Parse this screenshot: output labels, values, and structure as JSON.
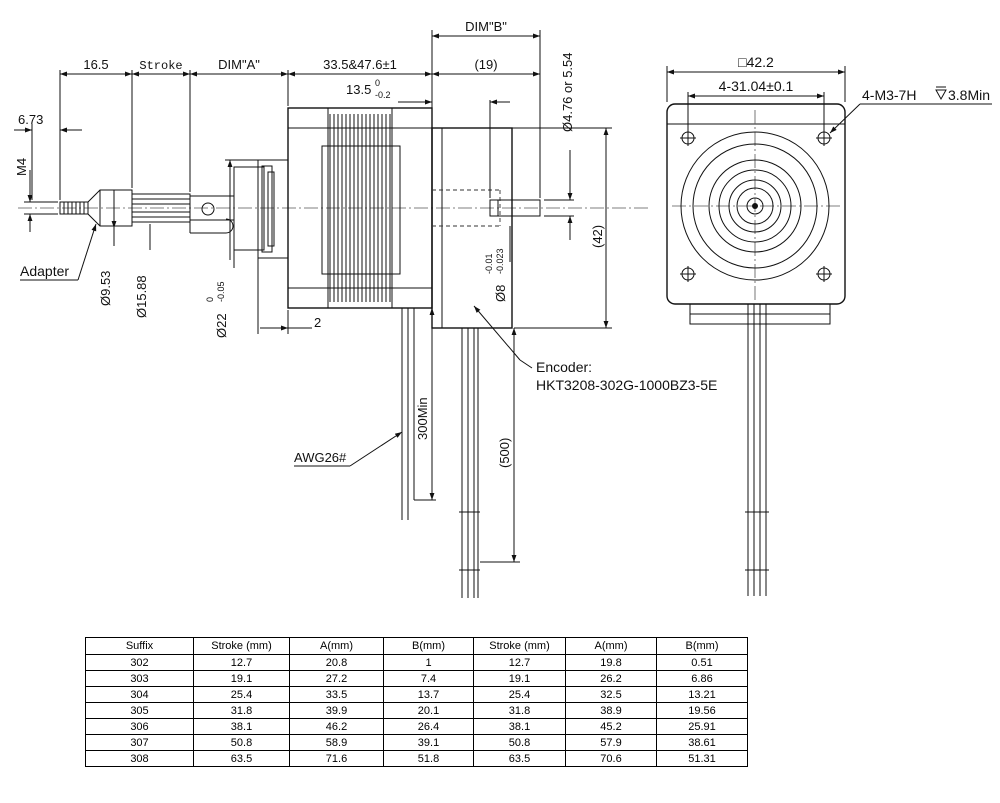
{
  "labels": {
    "dim_16_5": "16.5",
    "stroke": "Stroke",
    "dim_a": "DIM\"A\"",
    "dim_33_5": "33.5&47.6±1",
    "dim_b": "DIM\"B\"",
    "dim_19": "(19)",
    "dim_13_5": "13.5",
    "dim_13_5_up": "0",
    "dim_13_5_low": "-0.2",
    "dim_6_73": "6.73",
    "m4": "M4",
    "adapter": "Adapter",
    "dia_9_53": "Ø9.53",
    "dia_15_88": "Ø15.88",
    "dia_22": "Ø22",
    "dia_22_up": "0",
    "dia_22_low": "-0.05",
    "dim_2": "2",
    "dia_8": "Ø8",
    "dia_8_up": "-0.01",
    "dia_8_low": "-0.023",
    "dia_476": "Ø4.76 or 5.54",
    "dim_42": "(42)",
    "dim_500": "(500)",
    "dim_300": "300Min",
    "awg": "AWG26#",
    "encoder_1": "Encoder:",
    "encoder_2": "HKT3208-302G-1000BZ3-5E",
    "sq_42": "□42.2",
    "bolt": "4-31.04±0.1",
    "m3": "4-M3-7H",
    "m3_depth": "3.8Min"
  },
  "table": {
    "headers": [
      "Suffix",
      "Stroke (mm)",
      "A(mm)",
      "B(mm)",
      "Stroke (mm)",
      "A(mm)",
      "B(mm)"
    ],
    "rows": [
      [
        "302",
        "12.7",
        "20.8",
        "1",
        "12.7",
        "19.8",
        "0.51"
      ],
      [
        "303",
        "19.1",
        "27.2",
        "7.4",
        "19.1",
        "26.2",
        "6.86"
      ],
      [
        "304",
        "25.4",
        "33.5",
        "13.7",
        "25.4",
        "32.5",
        "13.21"
      ],
      [
        "305",
        "31.8",
        "39.9",
        "20.1",
        "31.8",
        "38.9",
        "19.56"
      ],
      [
        "306",
        "38.1",
        "46.2",
        "26.4",
        "38.1",
        "45.2",
        "25.91"
      ],
      [
        "307",
        "50.8",
        "58.9",
        "39.1",
        "50.8",
        "57.9",
        "38.61"
      ],
      [
        "308",
        "63.5",
        "71.6",
        "51.8",
        "63.5",
        "70.6",
        "51.31"
      ]
    ]
  }
}
